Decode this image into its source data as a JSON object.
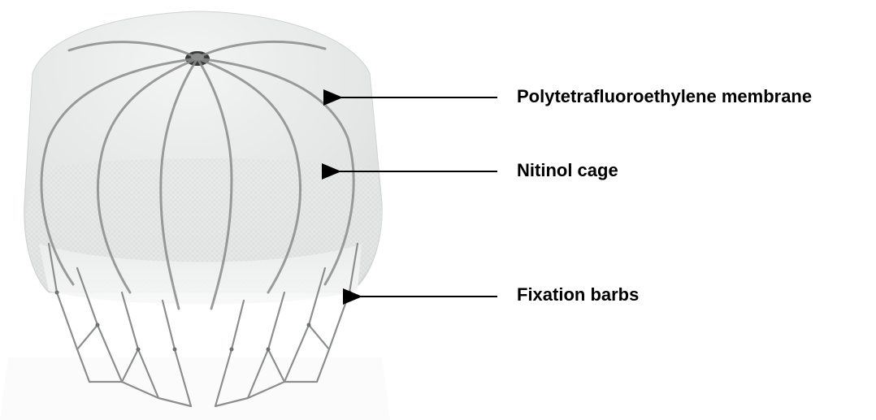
{
  "labels": {
    "membrane": "Polytetrafluoroethylene membrane",
    "cage": "Nitinol cage",
    "barbs": "Fixation barbs"
  },
  "colors": {
    "text": "#000000",
    "arrow": "#000000",
    "membrane": "#e9ebea",
    "wire": "#8a8d8c",
    "background": "#ffffff"
  },
  "icons": {
    "arrow": "left-pointing-arrow"
  }
}
